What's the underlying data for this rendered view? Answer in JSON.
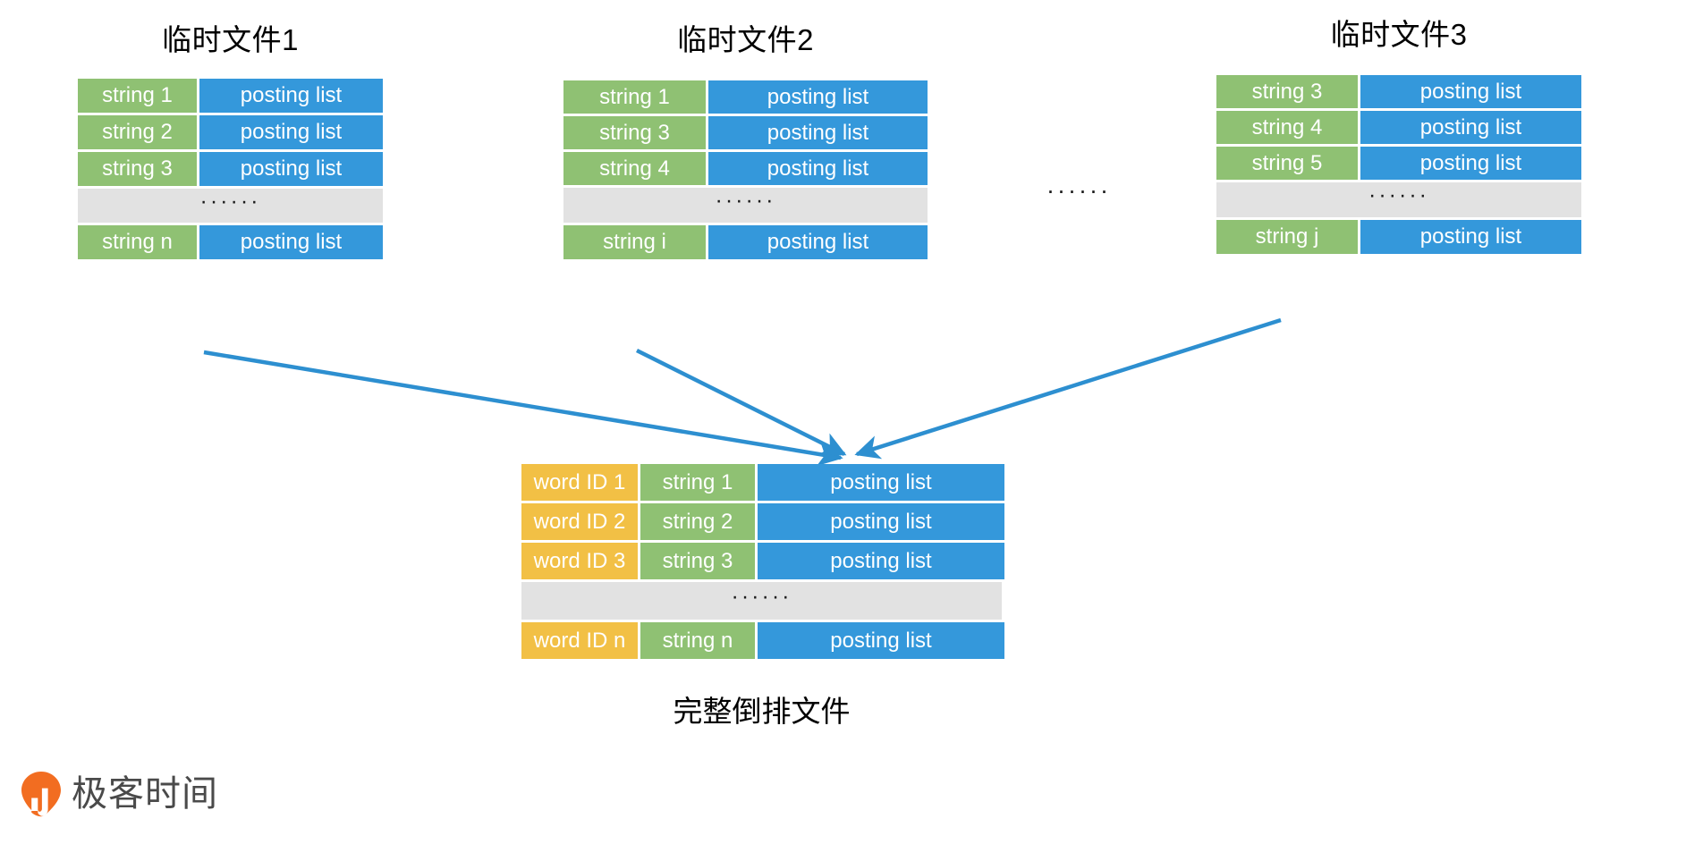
{
  "page": {
    "background": "#ffffff",
    "colors": {
      "green": "#8fc173",
      "blue": "#3498db",
      "amber": "#f2c045",
      "grey": "#e2e2e2",
      "arrow": "#2d8fd0",
      "logo_orange": "#f26d21",
      "logo_text": "#4a4a4a"
    }
  },
  "temp_files": [
    {
      "title": "临时文件1",
      "rows": [
        {
          "type": "data",
          "key": "string 1",
          "value": "posting list"
        },
        {
          "type": "data",
          "key": "string 2",
          "value": "posting list"
        },
        {
          "type": "data",
          "key": "string 3",
          "value": "posting list"
        },
        {
          "type": "ellipsis",
          "text": "······"
        },
        {
          "type": "data",
          "key": "string n",
          "value": "posting list"
        }
      ]
    },
    {
      "title": "临时文件2",
      "rows": [
        {
          "type": "data",
          "key": "string 1",
          "value": "posting list"
        },
        {
          "type": "data",
          "key": "string 3",
          "value": "posting list"
        },
        {
          "type": "data",
          "key": "string 4",
          "value": "posting list"
        },
        {
          "type": "ellipsis",
          "text": "······"
        },
        {
          "type": "data",
          "key": "string i",
          "value": "posting list"
        }
      ]
    },
    {
      "title": "临时文件3",
      "rows": [
        {
          "type": "data",
          "key": "string 3",
          "value": "posting list"
        },
        {
          "type": "data",
          "key": "string 4",
          "value": "posting list"
        },
        {
          "type": "data",
          "key": "string 5",
          "value": "posting list"
        },
        {
          "type": "ellipsis",
          "text": "······"
        },
        {
          "type": "data",
          "key": "string j",
          "value": "posting list"
        }
      ]
    }
  ],
  "between_files_ellipsis": "······",
  "merged_file": {
    "caption": "完整倒排文件",
    "rows": [
      {
        "type": "data",
        "id": "word ID 1",
        "key": "string 1",
        "value": "posting list"
      },
      {
        "type": "data",
        "id": "word ID 2",
        "key": "string 2",
        "value": "posting list"
      },
      {
        "type": "data",
        "id": "word ID 3",
        "key": "string 3",
        "value": "posting list"
      },
      {
        "type": "ellipsis",
        "text": "······"
      },
      {
        "type": "data",
        "id": "word ID n",
        "key": "string n",
        "value": "posting list"
      }
    ]
  },
  "logo": {
    "text": "极客时间",
    "mark": "geektime-logo-icon"
  }
}
